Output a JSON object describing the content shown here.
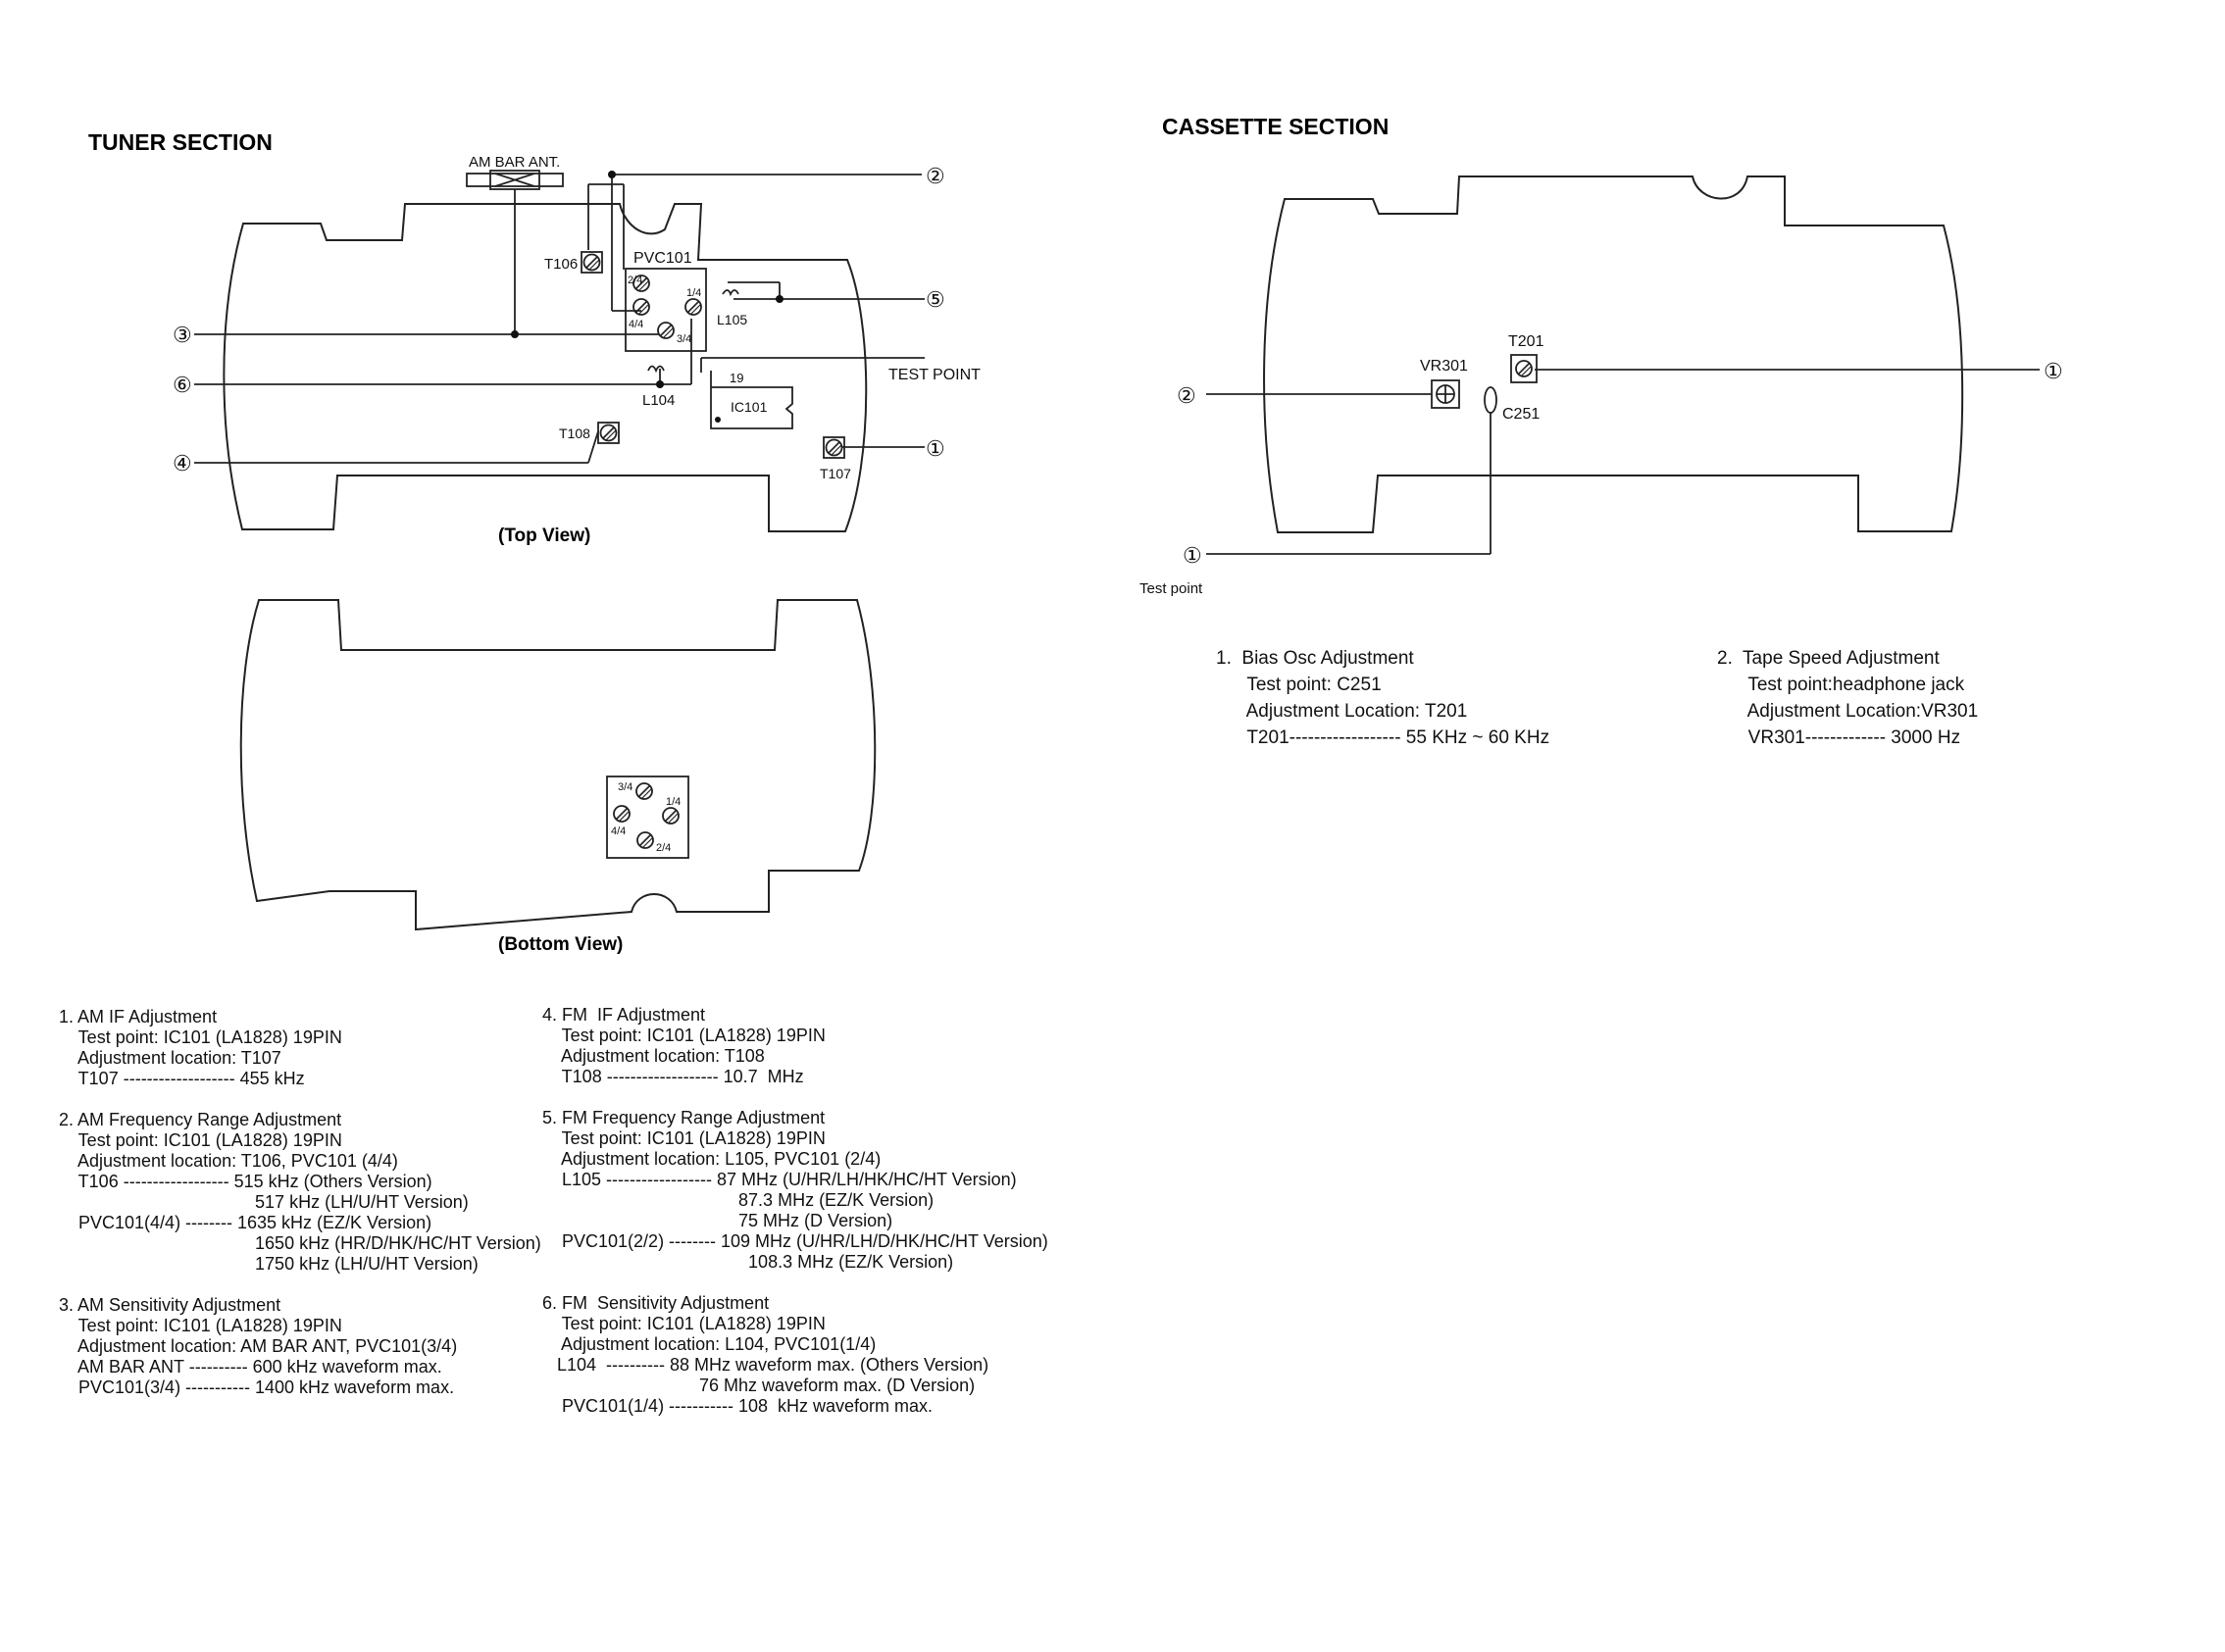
{
  "tuner": {
    "title": "TUNER SECTION",
    "top_view_label": "(Top View)",
    "bottom_view_label": "(Bottom View)",
    "labels": {
      "am_bar_ant": "AM BAR ANT.",
      "t106": "T106",
      "pvc101": "PVC101",
      "p24": "2/4",
      "p14": "1/4",
      "p44": "4/4",
      "p34": "3/4",
      "l105": "L105",
      "l104": "L104",
      "ic101": "IC101",
      "pin19": "19",
      "test_point": "TEST POINT",
      "t108": "T108",
      "t107": "T107"
    },
    "markers": {
      "m1": "①",
      "m2": "②",
      "m3": "③",
      "m4": "④",
      "m5": "⑤",
      "m6": "⑥"
    },
    "bottom_labels": {
      "p34": "3/4",
      "p14": "1/4",
      "p44": "4/4",
      "p24": "2/4"
    }
  },
  "cassette": {
    "title": "CASSETTE SECTION",
    "labels": {
      "vr301": "VR301",
      "t201": "T201",
      "c251": "C251",
      "test_point": "Test point"
    },
    "markers": {
      "m1_right": "①",
      "m2": "②",
      "m1_bottom": "①"
    }
  },
  "tuner_adjustments": {
    "col1": [
      "1. AM IF Adjustment",
      "    Test point: IC101 (LA1828) 19PIN",
      "    Adjustment location: T107",
      "    T107 ------------------- 455 kHz",
      "",
      "2. AM Frequency Range Adjustment",
      "    Test point: IC101 (LA1828) 19PIN",
      "    Adjustment location: T106, PVC101 (4/4)",
      "    T106 ------------------ 515 kHz (Others Version)",
      "                                        517 kHz (LH/U/HT Version)",
      "    PVC101(4/4) -------- 1635 kHz (EZ/K Version)",
      "                                        1650 kHz (HR/D/HK/HC/HT Version)",
      "                                        1750 kHz (LH/U/HT Version)",
      "",
      "3. AM Sensitivity Adjustment",
      "    Test point: IC101 (LA1828) 19PIN",
      "    Adjustment location: AM BAR ANT, PVC101(3/4)",
      "    AM BAR ANT ---------- 600 kHz waveform max.",
      "    PVC101(3/4) ----------- 1400 kHz waveform max."
    ],
    "col2": [
      "4. FM  IF Adjustment",
      "    Test point: IC101 (LA1828) 19PIN",
      "    Adjustment location: T108",
      "    T108 ------------------- 10.7  MHz",
      "",
      "5. FM Frequency Range Adjustment",
      "    Test point: IC101 (LA1828) 19PIN",
      "    Adjustment location: L105, PVC101 (2/4)",
      "    L105 ------------------ 87 MHz (U/HR/LH/HK/HC/HT Version)",
      "                                        87.3 MHz (EZ/K Version)",
      "                                        75 MHz (D Version)",
      "    PVC101(2/2) -------- 109 MHz (U/HR/LH/D/HK/HC/HT Version)",
      "                                          108.3 MHz (EZ/K Version)",
      "",
      "6. FM  Sensitivity Adjustment",
      "    Test point: IC101 (LA1828) 19PIN",
      "    Adjustment location: L104, PVC101(1/4)",
      "   L104  ---------- 88 MHz waveform max. (Others Version)",
      "                                76 Mhz waveform max. (D Version)",
      "    PVC101(1/4) ----------- 108  kHz waveform max."
    ]
  },
  "cassette_adjustments": {
    "col1": [
      "1.  Bias Osc Adjustment",
      "      Test point: C251",
      "      Adjustment Location: T201",
      "      T201------------------ 55 KHz ~ 60 KHz"
    ],
    "col2": [
      "2.  Tape Speed Adjustment",
      "      Test point:headphone jack",
      "      Adjustment Location:VR301",
      "      VR301------------- 3000 Hz"
    ]
  }
}
